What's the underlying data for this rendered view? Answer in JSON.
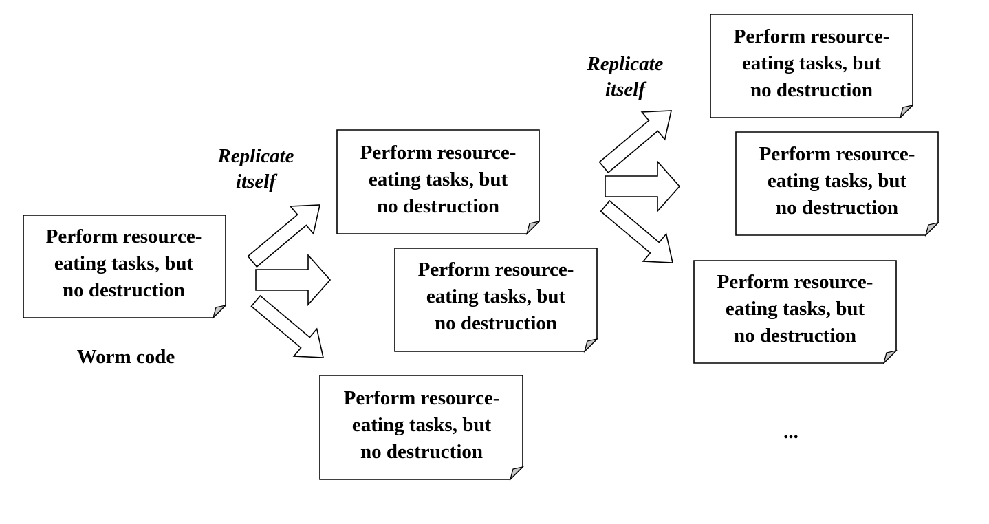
{
  "boxes": [
    {
      "lines": [
        "Perform resource-",
        "eating tasks, but",
        "no destruction"
      ]
    },
    {
      "lines": [
        "Perform resource-",
        "eating tasks, but",
        "no destruction"
      ]
    },
    {
      "lines": [
        "Perform resource-",
        "eating tasks, but",
        "no destruction"
      ]
    },
    {
      "lines": [
        "Perform resource-",
        "eating tasks, but",
        "no destruction"
      ]
    },
    {
      "lines": [
        "Perform resource-",
        "eating tasks, but",
        "no destruction"
      ]
    },
    {
      "lines": [
        "Perform resource-",
        "eating tasks, but",
        "no destruction"
      ]
    },
    {
      "lines": [
        "Perform resource-",
        "eating tasks, but",
        "no destruction"
      ]
    }
  ],
  "labels": {
    "worm_code": "Worm code",
    "replicate_1": [
      "Replicate",
      "itself"
    ],
    "replicate_2": [
      "Replicate",
      "itself"
    ],
    "ellipsis": "..."
  },
  "colors": {
    "stroke": "#000000",
    "fill": "#ffffff",
    "corner_fold": "#c8c8c8"
  }
}
